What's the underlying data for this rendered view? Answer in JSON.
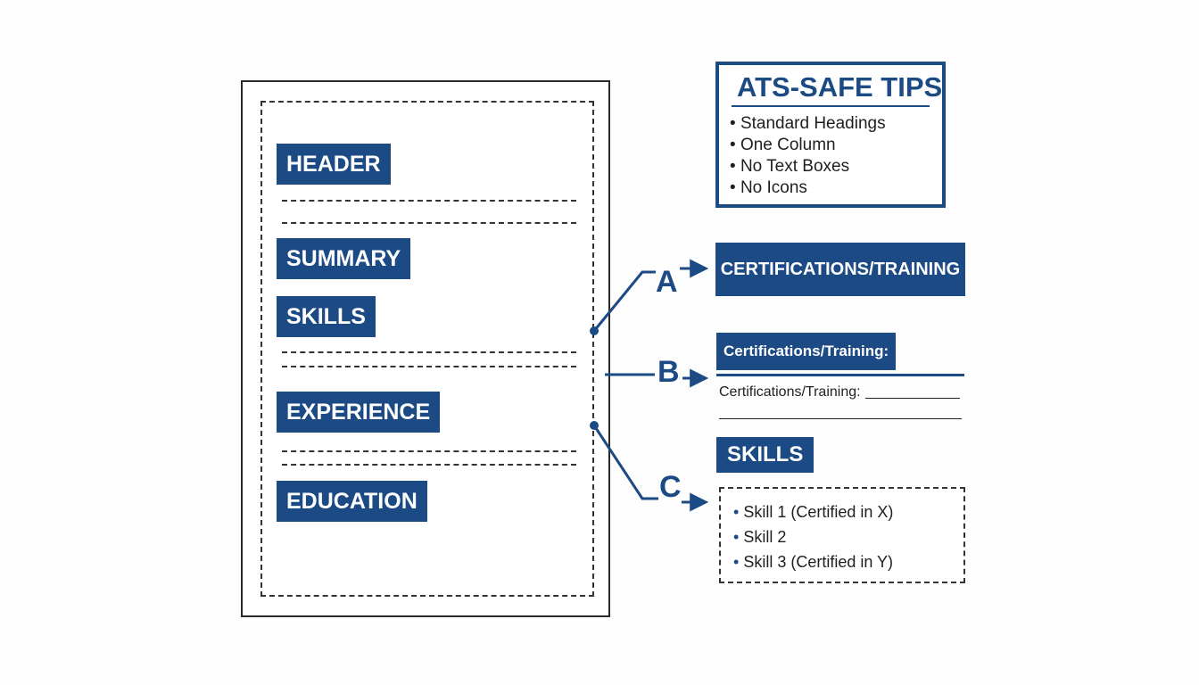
{
  "resume": {
    "sections": [
      "HEADER",
      "SUMMARY",
      "SKILLS",
      "EXPERIENCE",
      "EDUCATION"
    ]
  },
  "tips": {
    "title": "ATS-SAFE TIPS",
    "items": [
      "Standard Headings",
      "One Column",
      "No Text Boxes",
      "No Icons"
    ],
    "bullet": "•"
  },
  "options": {
    "a": {
      "letter": "A",
      "heading": "CERTIFICATIONS/TRAINING"
    },
    "b": {
      "letter": "B",
      "heading": "Certifications/Training:",
      "field_label": "Certifications/Training:"
    },
    "c": {
      "letter": "C",
      "heading": "SKILLS",
      "items": [
        "Skill 1 (Certified in X)",
        "Skill 2",
        "Skill 3 (Certified in Y)"
      ],
      "bullet": "•"
    }
  },
  "colors": {
    "accent": "#1b4a84",
    "ink": "#2a2a2a",
    "background": "#fdfdfd"
  }
}
